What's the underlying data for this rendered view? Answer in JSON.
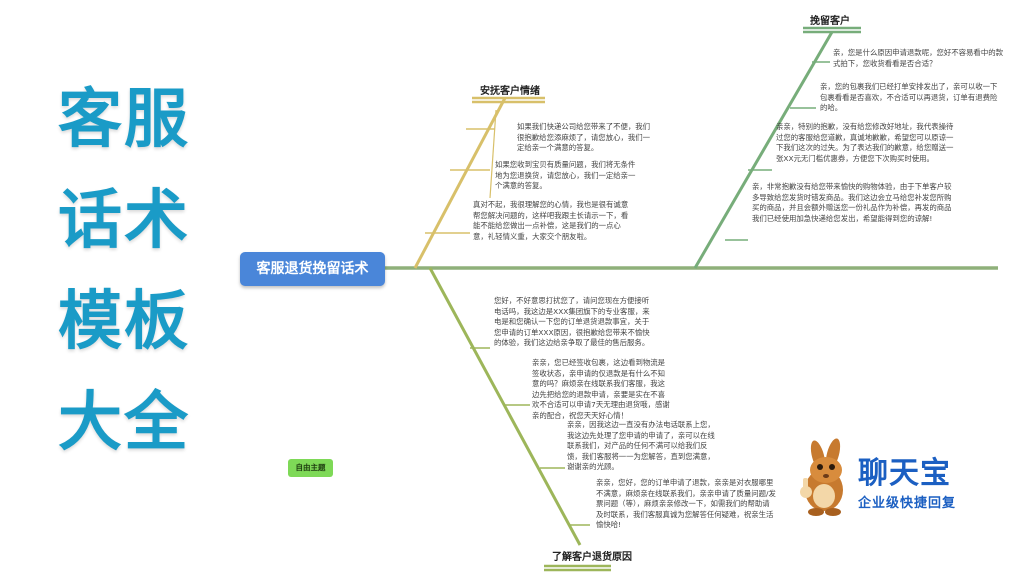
{
  "big_title": [
    "客服",
    "话术",
    "模板",
    "大全"
  ],
  "central_topic": "客服退货挽留话术",
  "free_topic": "自由主题",
  "colors": {
    "trunk": "#8fb07a",
    "branch_yellow": "#d8c06a",
    "branch_green": "#77ad7a",
    "branch_olive": "#9db65a",
    "central_bg": "#4a86d9",
    "title_blue": "#1a9bc7"
  },
  "branches": {
    "soothe": {
      "title": "安抚客户情绪",
      "items": [
        "如果我们快递公司给您带来了不便，我们很抱歉给您添麻烦了，请您放心，我们一定给亲一个满意的答复。",
        "如果您收到宝贝有质量问题，我们将无条件地为您退换货，请您放心，我们一定给亲一个满意的答复。",
        "真对不起，我很理解您的心情，我也是很有诚意帮您解决问题的，这样吧我跟主长请示一下，看能不能给您做出一点补偿，这是我们的一点心意，礼轻情义重，大家交个朋友啦。"
      ]
    },
    "retain": {
      "title": "挽留客户",
      "items": [
        "亲，您是什么原因申请退款呢，您好不容易看中的款式拍下，您收货看看是否合适？",
        "亲，您的包裹我们已经打单安排发出了，亲可以收一下包裹看看是否喜欢，不合适可以再退货，订单有退费险的哈。",
        "亲亲，特别的抱歉，没有给您修改好地址，我代表操待过您的客服给您道歉，真诚地歉歉，希望您可以原谅一下我们这次的过失。为了表达我们的歉意，给您赠送一张XX元无门槛优惠券，方便您下次购买时使用。",
        "亲，非常抱歉没有给您带来愉快的购物体验，由于下单客户较多导致给您发货时错发商品。我们这边会立马给您补发您所购买的商品，并且会额外赠送您一份礼品作为补偿，再发的商品我们已经使用加急快递给您发出，希望能得到您的谅解!"
      ]
    },
    "understand": {
      "title": "了解客户退货原因",
      "items": [
        "您好，不好意思打扰您了，请问您现在方便接听电话吗，我这边是XXX集团旗下的专业客服，来电是和您确认一下您的订单退货退款事宜，关于您申请的订单XXX原因，很抱歉给您带来不愉快的体验，我们这边给亲争取了最佳的售后服务。",
        "亲亲，您已经签收包裹，这边看到物流是签收状态，亲申请的仅退款是有什么不知意的吗？麻烦亲在线联系我们客服，我这边先把给您的退款申请，亲要是实在不喜欢不合适可以申请7天无理由退货哦，感谢亲的配合，祝您天天好心情！",
        "亲亲，因我这边一直没有办法电话联系上您，我这边先处理了您申请的申请了，亲可以在线联系我们，对产品的任何不满可以给我们反馈，我们客服将一一为您解答，直到您满意，谢谢亲的光顾。",
        "亲亲，您好，您的订单申请了退款，亲亲是对衣服哪里不满意，麻烦亲在线联系我们，亲亲申请了质量问题/发票问题（等），麻烦亲亲修改一下，如需我们的帮助请及时联系，我们客服真诚为您解答任何疑难，祝亲生活愉快哈!"
      ]
    }
  },
  "brand": {
    "name": "聊天宝",
    "subtitle": "企业级快捷回复",
    "mascot": "rabbit-thumbs-up-mascot"
  }
}
